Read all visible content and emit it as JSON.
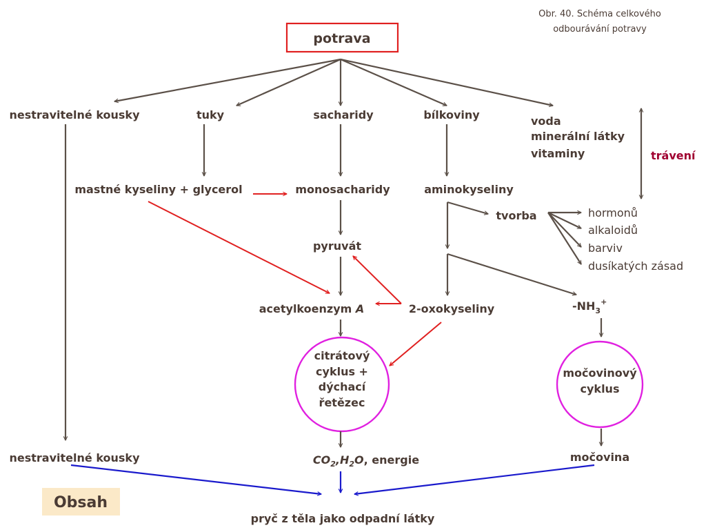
{
  "caption": {
    "line1": "Obr. 40. Schéma celkového",
    "line2": "odbourávání potravy"
  },
  "nodes": {
    "potrava": "potrava",
    "nestravitelne_top": "nestravitelné kousky",
    "tuky": "tuky",
    "sacharidy": "sacharidy",
    "bilkoviny": "bílkoviny",
    "voda": "voda",
    "mineralni_latky": "minerální látky",
    "vitaminy": "vitaminy",
    "traveni": "trávení",
    "mastne_kyseliny": "mastné kyseliny + glycerol",
    "monosacharidy": "monosacharidy",
    "aminokyseliny": "aminokyseliny",
    "tvorba": "tvorba",
    "hormonu": "hormonů",
    "alkaloidu": "alkaloidů",
    "barviv": "barviv",
    "dusikatych_zasad": "dusíkatých zásad",
    "pyruvat": "pyruvát",
    "acetylkoenzym": "acetylkoenzym ",
    "acetylkoenzym_a": "A",
    "oxokyseliny": "2-oxokyseliny",
    "nh3_prefix": "-NH",
    "nh3_sub": "3",
    "nh3_sup": "+",
    "citratovy_1": "citrátový",
    "citratovy_2": "cyklus +",
    "citratovy_3": "dýchací",
    "citratovy_4": "řetězec",
    "mocovinovy_1": "močovinový",
    "mocovinovy_2": "cyklus",
    "nestravitelne_bottom": "nestravitelné kousky",
    "co2": "CO",
    "co2_sub": "2",
    "h2o_sep": ",H",
    "h2o_sub": "2",
    "h2o_o": "O",
    "energie": ", energie",
    "mocovina": "močovina",
    "pryc": "pryč z těla jako odpadní látky"
  },
  "obsah_button": "Obsah",
  "colors": {
    "text": "#4a3b34",
    "arrow_grey": "#5b5048",
    "arrow_red": "#e02020",
    "arrow_blue": "#1a1acc",
    "potrava_border": "#e02020",
    "circle_border": "#e020e0",
    "accent_text": "#a00030",
    "obsah_bg": "#fbe9c8"
  }
}
